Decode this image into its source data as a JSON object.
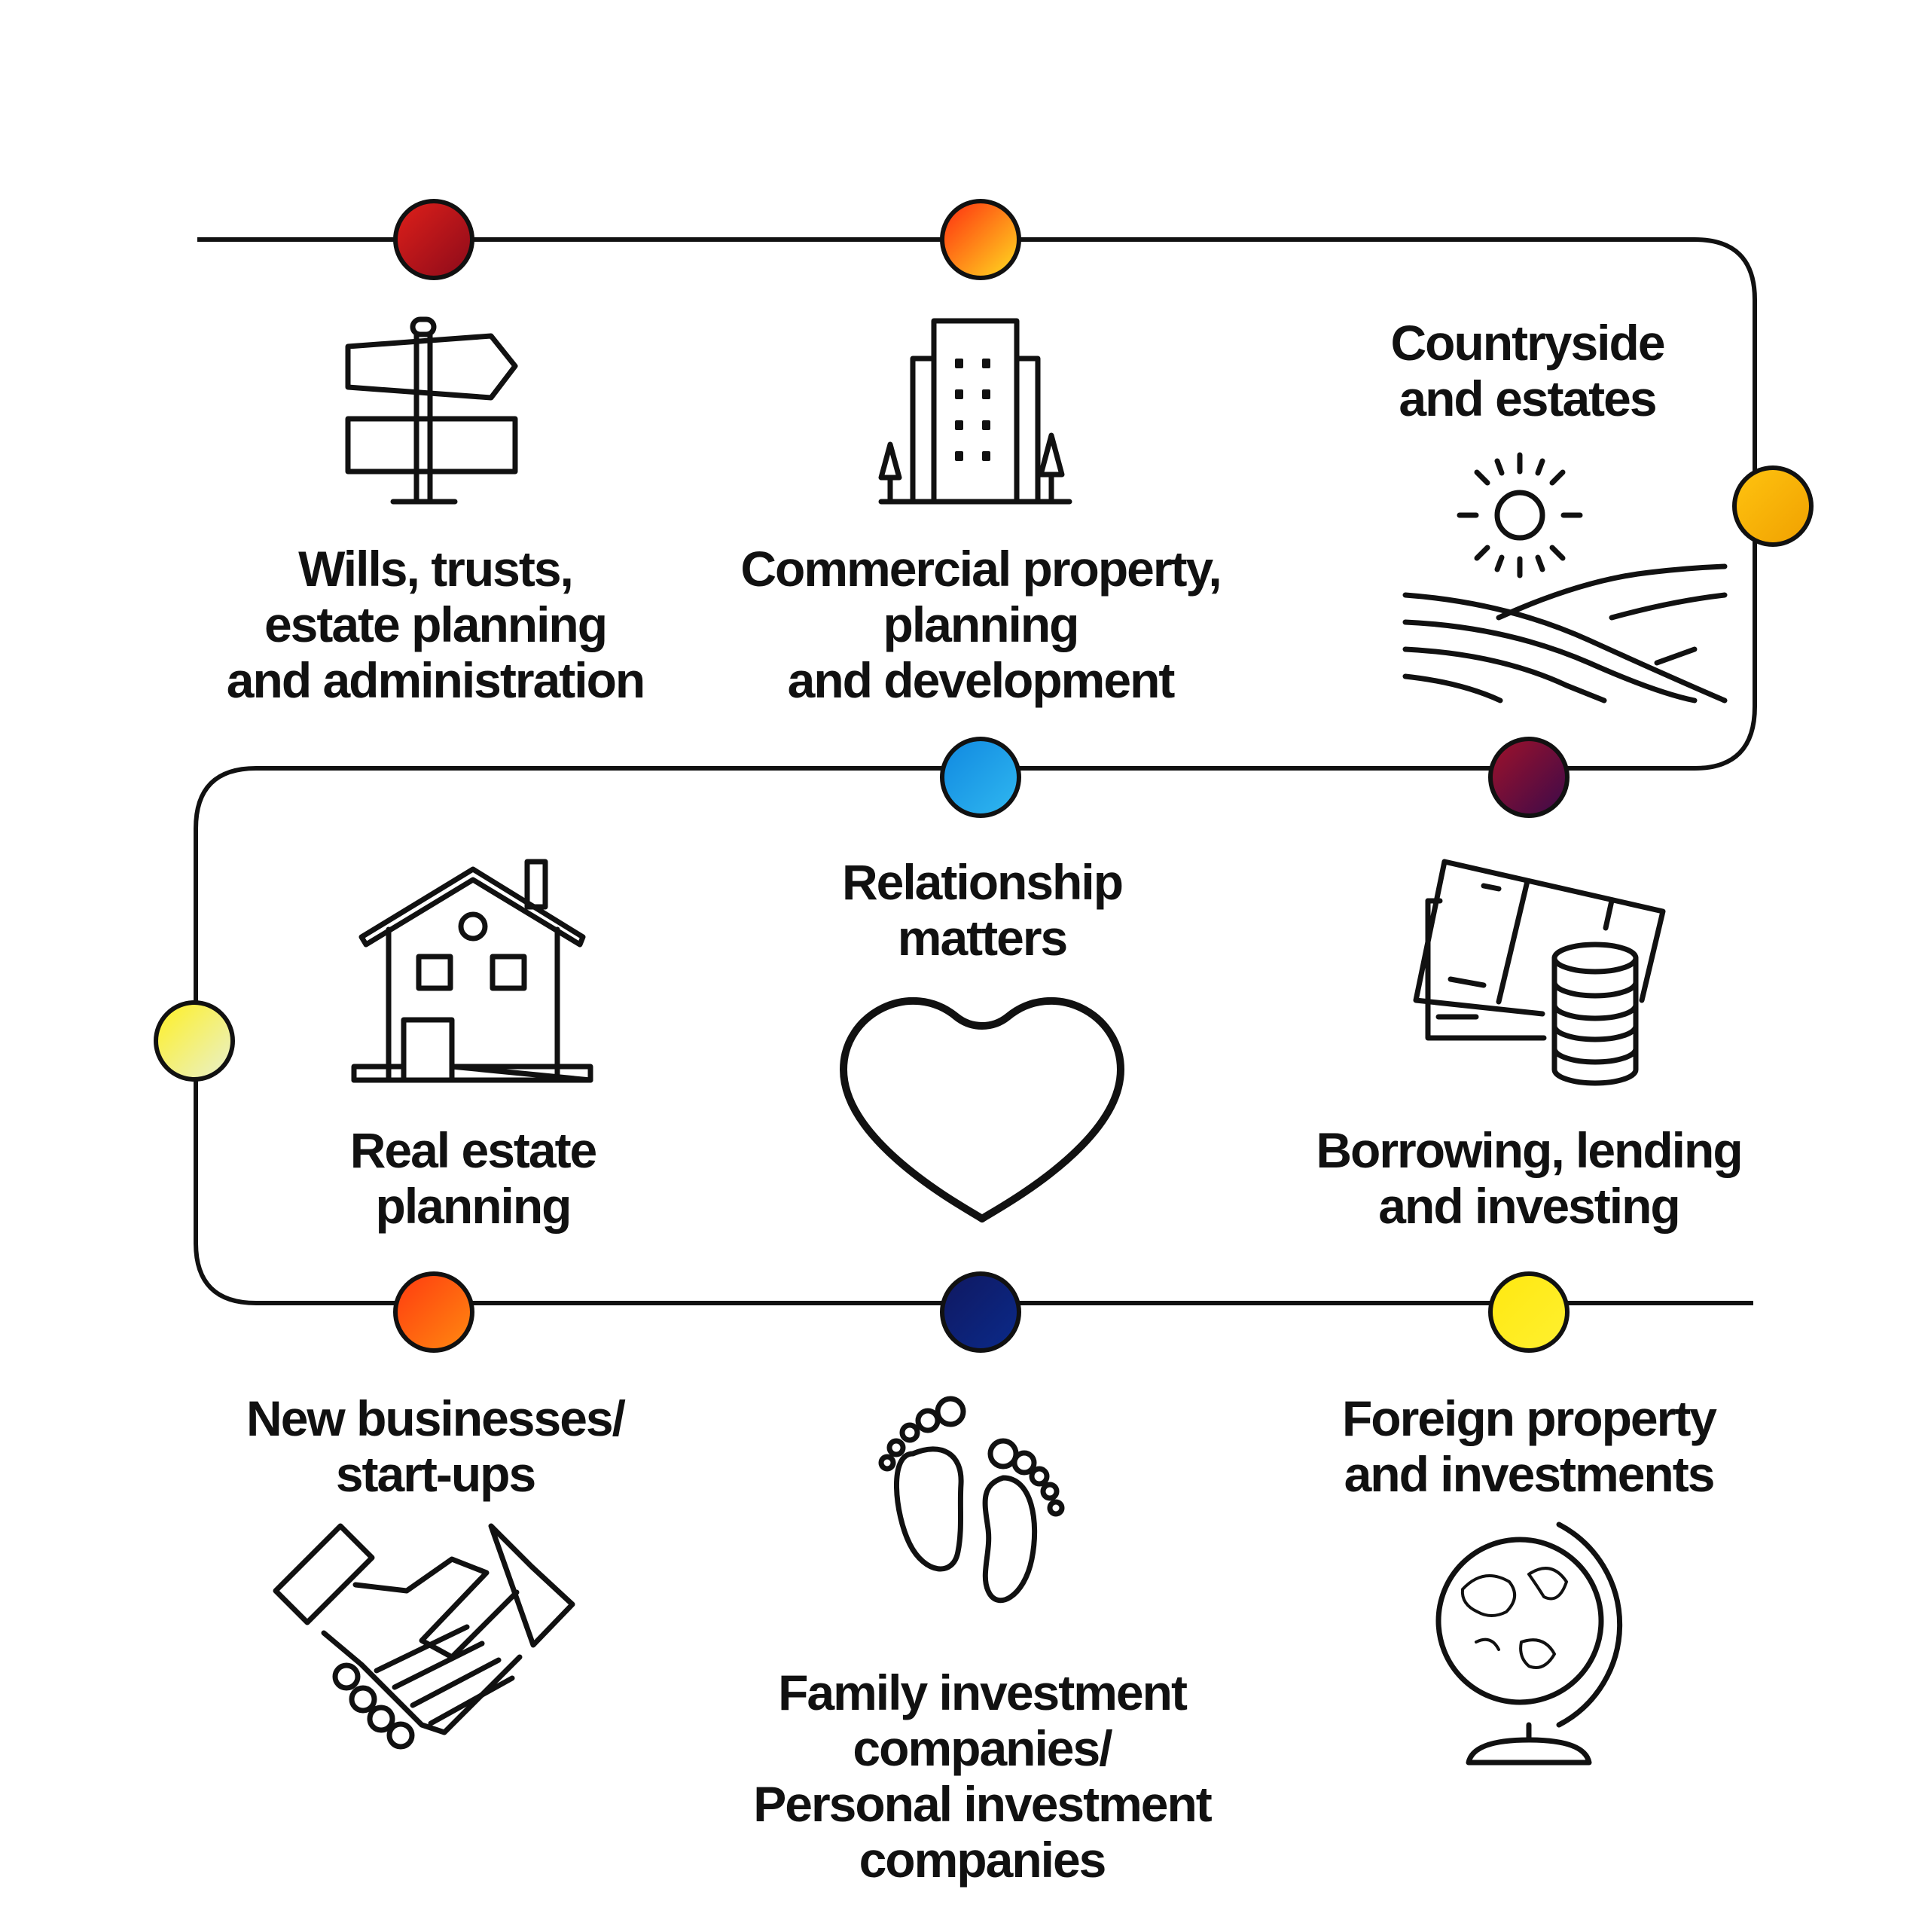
{
  "colors": {
    "line": "#111111",
    "icon": "#111111",
    "background": "#ffffff"
  },
  "services": [
    {
      "id": "wills",
      "icon": "signpost-icon",
      "lines": [
        "Wills, trusts,",
        "estate planning",
        "and administration"
      ]
    },
    {
      "id": "commercial",
      "icon": "office-building-icon",
      "lines": [
        "Commercial property,",
        "planning",
        "and development"
      ]
    },
    {
      "id": "countryside",
      "icon": "sun-fields-icon",
      "lines": [
        "Countryside",
        "and estates"
      ]
    },
    {
      "id": "real-estate",
      "icon": "house-icon",
      "lines": [
        "Real estate",
        "planning"
      ]
    },
    {
      "id": "relationship",
      "icon": "heart-icon",
      "lines": [
        "Relationship",
        "matters"
      ]
    },
    {
      "id": "borrowing",
      "icon": "money-coins-icon",
      "lines": [
        "Borrowing, lending",
        "and investing"
      ]
    },
    {
      "id": "new-business",
      "icon": "handshake-icon",
      "lines": [
        "New businesses/",
        "start-ups"
      ]
    },
    {
      "id": "family-investment",
      "icon": "footprints-icon",
      "lines": [
        "Family investment",
        "companies/",
        "Personal investment",
        "companies"
      ]
    },
    {
      "id": "foreign",
      "icon": "globe-icon",
      "lines": [
        "Foreign property",
        "and investments"
      ]
    }
  ],
  "nodes": [
    {
      "name": "node-red",
      "from": "#e0201a",
      "to": "#8a0a1a"
    },
    {
      "name": "node-orange-yellow",
      "from": "#ff2a10",
      "to": "#ffe020"
    },
    {
      "name": "node-amber",
      "from": "#ffc410",
      "to": "#f0a000"
    },
    {
      "name": "node-plum",
      "from": "#a0122a",
      "to": "#3a0a4a"
    },
    {
      "name": "node-blue",
      "from": "#1088e0",
      "to": "#30b8f0"
    },
    {
      "name": "node-yellow-pale",
      "from": "#fff020",
      "to": "#e8f0d0"
    },
    {
      "name": "node-orange-red",
      "from": "#ff3a10",
      "to": "#ff8a10"
    },
    {
      "name": "node-navy",
      "from": "#101860",
      "to": "#0a2a8a"
    },
    {
      "name": "node-yellow",
      "from": "#ffe810",
      "to": "#fff030"
    }
  ]
}
